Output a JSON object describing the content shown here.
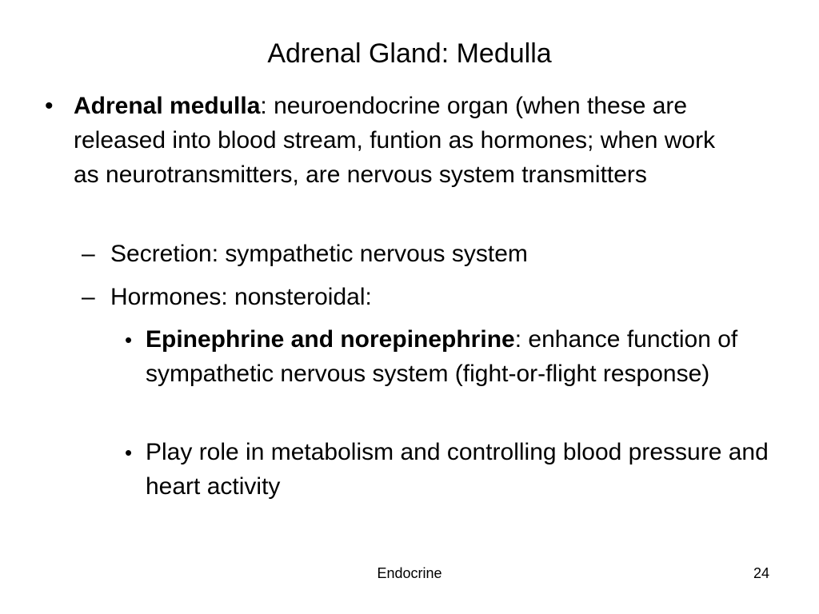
{
  "slide": {
    "title": "Adrenal Gland: Medulla",
    "bullets": {
      "b1_marker": "•",
      "b1_term": "Adrenal medulla",
      "b1_text": ": neuroendocrine organ (when these are released into blood stream, funtion as hormones; when work as neurotransmitters, are nervous system transmitters",
      "b2_marker": "–",
      "b2_text": "Secretion: sympathetic nervous system",
      "b3_marker": "–",
      "b3_text": "Hormones: nonsteroidal:",
      "b4_marker": "•",
      "b4_term": "Epinephrine and norepinephrine",
      "b4_text": ": enhance function of sympathetic nervous system (fight-or-flight response)",
      "b5_marker": "•",
      "b5_text": "Play role in metabolism and controlling blood pressure and heart activity"
    }
  },
  "footer": {
    "center": "Endocrine",
    "page": "24"
  }
}
